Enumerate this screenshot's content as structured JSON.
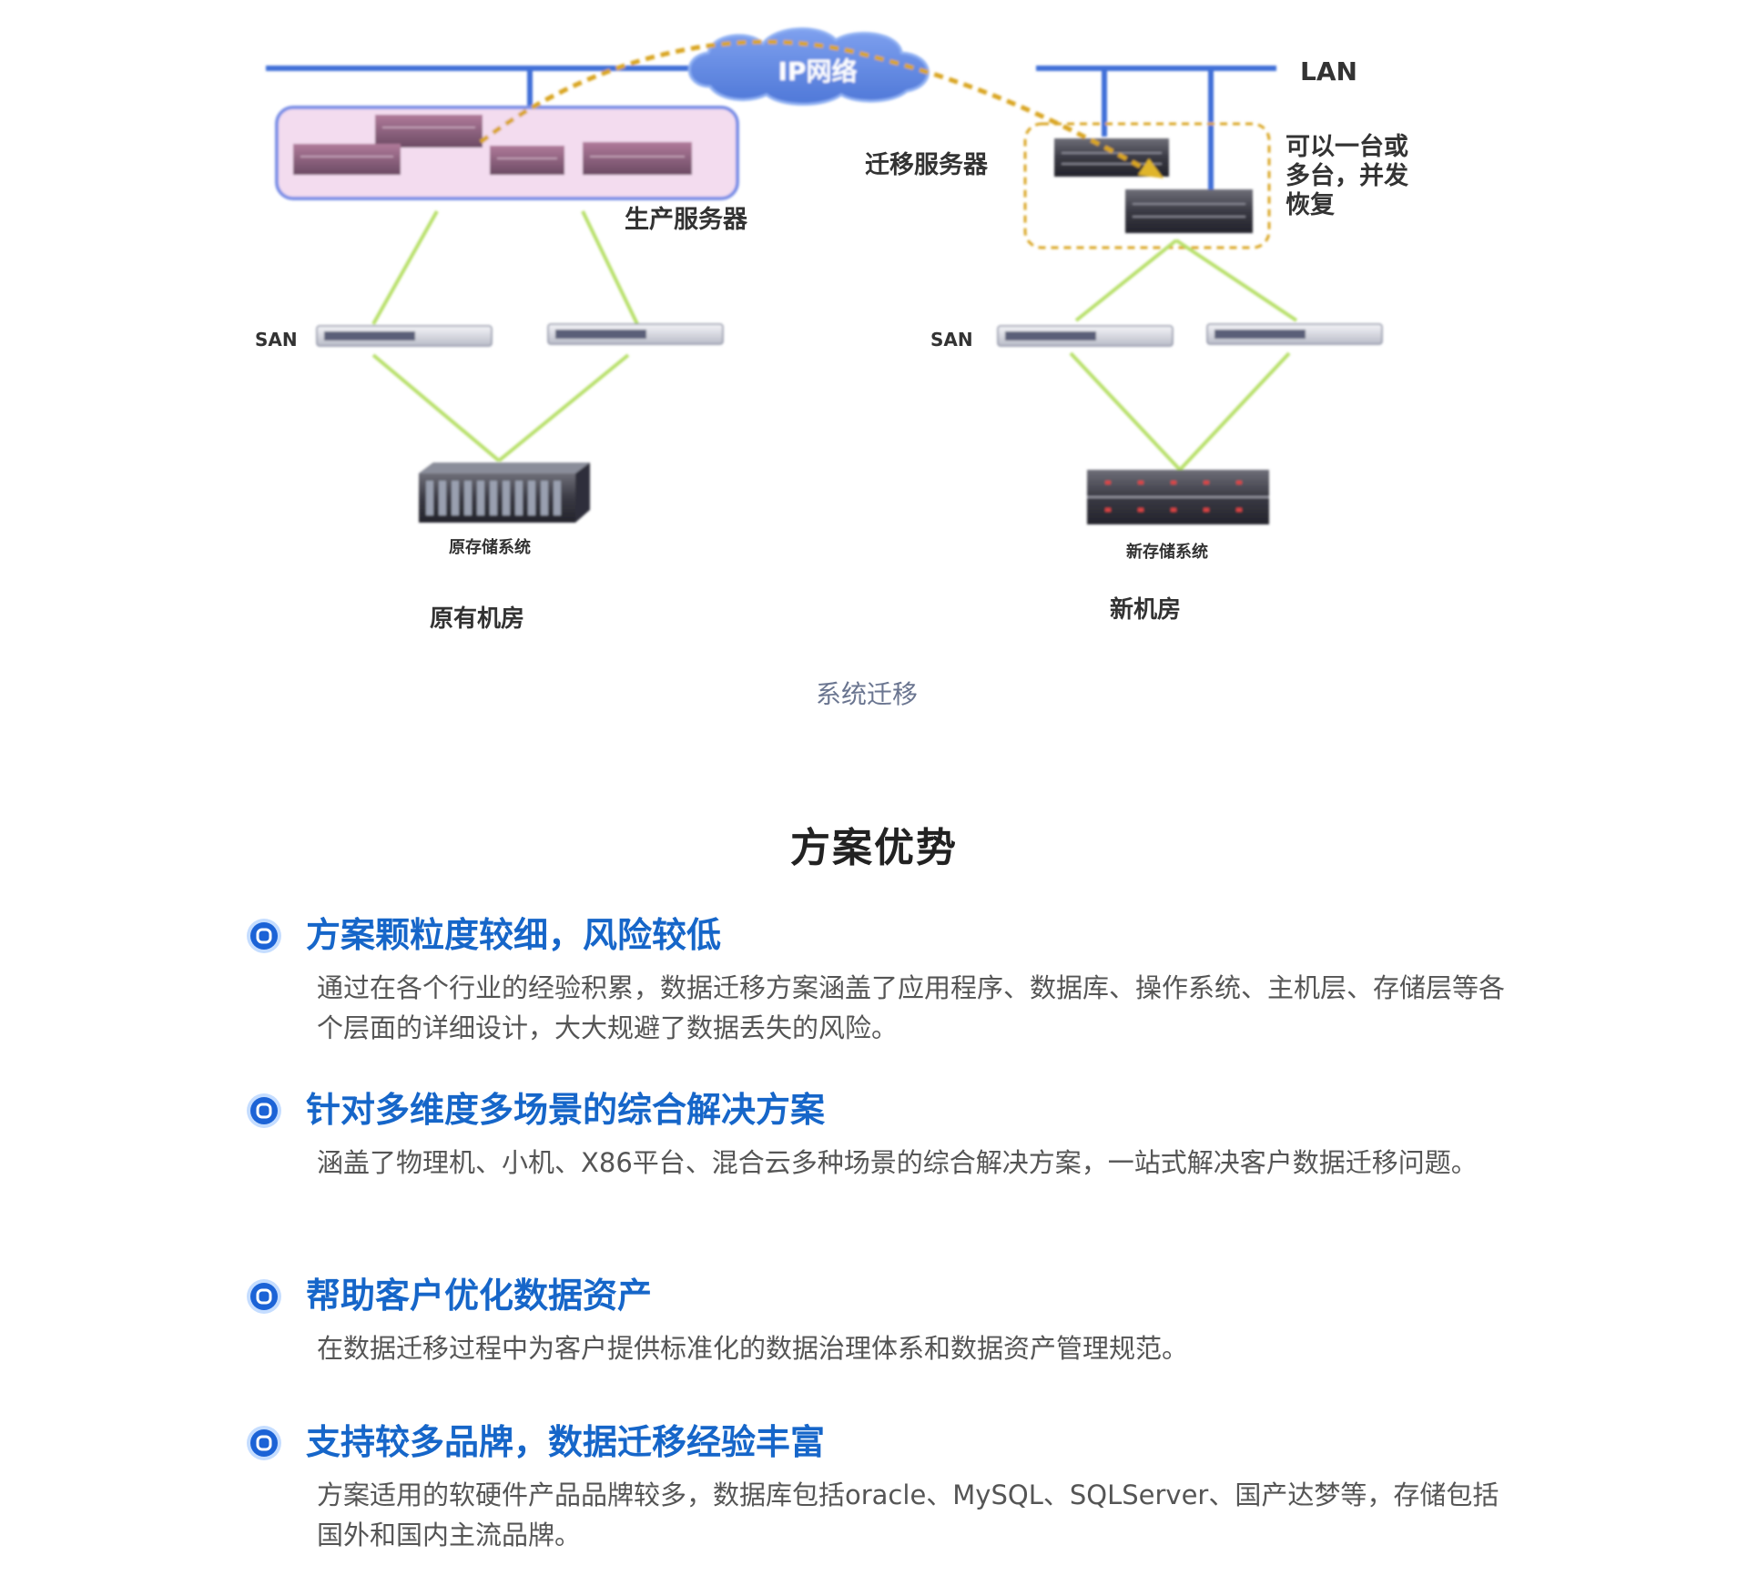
{
  "diagram": {
    "lan_label": "LAN",
    "cloud_label": "IP网络",
    "production_servers_label": "生产服务器",
    "migration_server_label": "迁移服务器",
    "recovery_note_lines": [
      "可以一台或",
      "多台，并发",
      "恢复"
    ],
    "san_left_label": "SAN",
    "san_right_label": "SAN",
    "old_storage_label": "原存储系统",
    "new_storage_label": "新存储系统",
    "old_room_label": "原有机房",
    "new_room_label": "新机房",
    "caption": "系统迁移",
    "colors": {
      "lan_line": "#3f6fd8",
      "san_link": "#b8e06a",
      "migration_path": "#d9a520",
      "cloud": "#5b86e5",
      "production_box": "#f3dcef"
    }
  },
  "section": {
    "title": "方案优势"
  },
  "advantages": [
    {
      "icon": "ring-bullet-icon",
      "title": "方案颗粒度较细，风险较低",
      "body": "通过在各个行业的经验积累，数据迁移方案涵盖了应用程序、数据库、操作系统、主机层、存储层等各个层面的详细设计，大大规避了数据丢失的风险。"
    },
    {
      "icon": "ring-bullet-icon",
      "title": "针对多维度多场景的综合解决方案",
      "body": "涵盖了物理机、小机、X86平台、混合云多种场景的综合解决方案，一站式解决客户数据迁移问题。"
    },
    {
      "icon": "ring-bullet-icon",
      "title": "帮助客户优化数据资产",
      "body": "在数据迁移过程中为客户提供标准化的数据治理体系和数据资产管理规范。"
    },
    {
      "icon": "ring-bullet-icon",
      "title": "支持较多品牌，数据迁移经验丰富",
      "body": "方案适用的软硬件产品品牌较多，数据库包括oracle、MySQL、SQLServer、国产达梦等，存储包括国外和国内主流品牌。"
    }
  ]
}
